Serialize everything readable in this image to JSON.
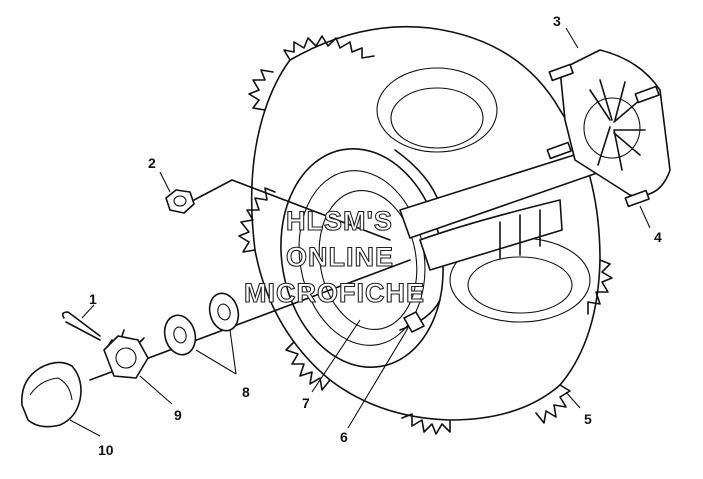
{
  "diagram": {
    "callouts": [
      {
        "id": "1",
        "label": "1"
      },
      {
        "id": "2",
        "label": "2"
      },
      {
        "id": "3",
        "label": "3"
      },
      {
        "id": "4",
        "label": "4"
      },
      {
        "id": "5",
        "label": "5"
      },
      {
        "id": "6",
        "label": "6"
      },
      {
        "id": "7",
        "label": "7"
      },
      {
        "id": "8",
        "label": "8"
      },
      {
        "id": "9",
        "label": "9"
      },
      {
        "id": "10",
        "label": "10"
      }
    ]
  },
  "watermark": {
    "line1": "HLSM'S",
    "line2": "ONLINE",
    "line3": "MICROFICHE"
  }
}
